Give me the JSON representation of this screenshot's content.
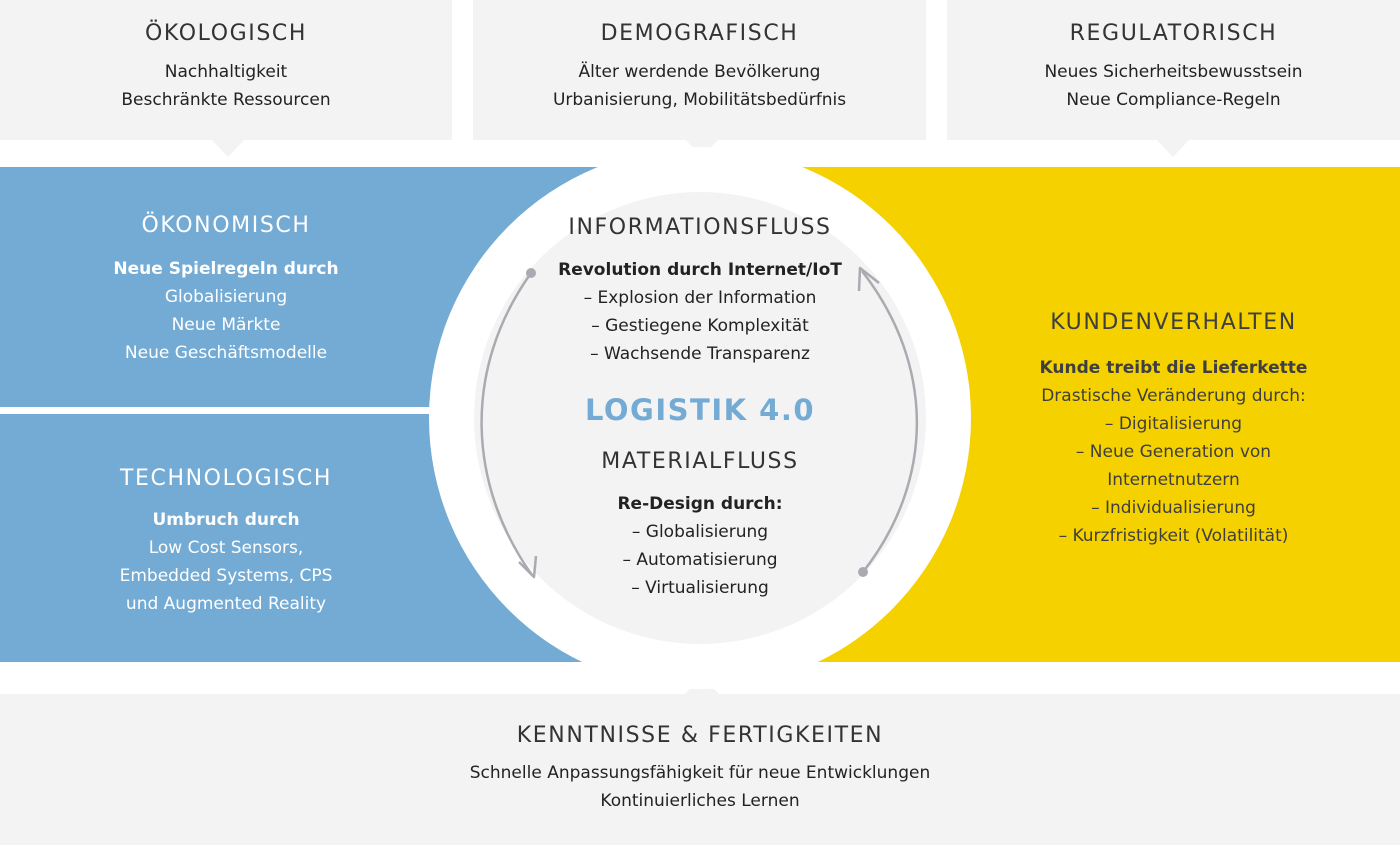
{
  "top": [
    {
      "title": "ÖKOLOGISCH",
      "lines": [
        "Nachhaltigkeit",
        "Beschränkte Ressourcen"
      ]
    },
    {
      "title": "DEMOGRAFISCH",
      "lines": [
        "Älter werdende Bevölkerung",
        "Urbanisierung, Mobilitätsbedürfnis"
      ]
    },
    {
      "title": "REGULATORISCH",
      "lines": [
        "Neues Sicherheitsbewusstsein",
        "Neue Compliance-Regeln"
      ]
    }
  ],
  "left": [
    {
      "title": "ÖKONOMISCH",
      "bold": "Neue Spielregeln durch",
      "lines": [
        "Globalisierung",
        "Neue Märkte",
        "Neue Geschäftsmodelle"
      ]
    },
    {
      "title": "TECHNOLOGISCH",
      "bold": "Umbruch durch",
      "lines": [
        "Low Cost Sensors,",
        "Embedded Systems, CPS",
        "und Augmented Reality"
      ]
    }
  ],
  "right": {
    "title": "KUNDENVERHALTEN",
    "bold": "Kunde treibt die Lieferkette",
    "lines": [
      "Drastische Veränderung durch:",
      "– Digitalisierung",
      "– Neue Generation von",
      "Internetnutzern",
      "– Individualisierung",
      "– Kurzfristigkeit (Volatilität)"
    ]
  },
  "center": {
    "info_title": "INFORMATIONSFLUSS",
    "info_bold": "Revolution durch Internet/IoT",
    "info_lines": [
      "– Explosion der Information",
      "– Gestiegene Komplexität",
      "– Wachsende Transparenz"
    ],
    "main_title": "LOGISTIK 4.0",
    "material_title": "MATERIALFLUSS",
    "material_bold": "Re-Design durch:",
    "material_lines": [
      "– Globalisierung",
      "– Automatisierung",
      "– Virtualisierung"
    ]
  },
  "bottom": {
    "title": "KENNTNISSE & FERTIGKEITEN",
    "lines": [
      "Schnelle Anpassungsfähigkeit für neue Entwicklungen",
      "Kontinuierliches Lernen"
    ]
  },
  "colors": {
    "blue": "#74abd4",
    "yellow": "#f5d100",
    "grey": "#f3f3f4",
    "arrow": "#a9abb0"
  }
}
